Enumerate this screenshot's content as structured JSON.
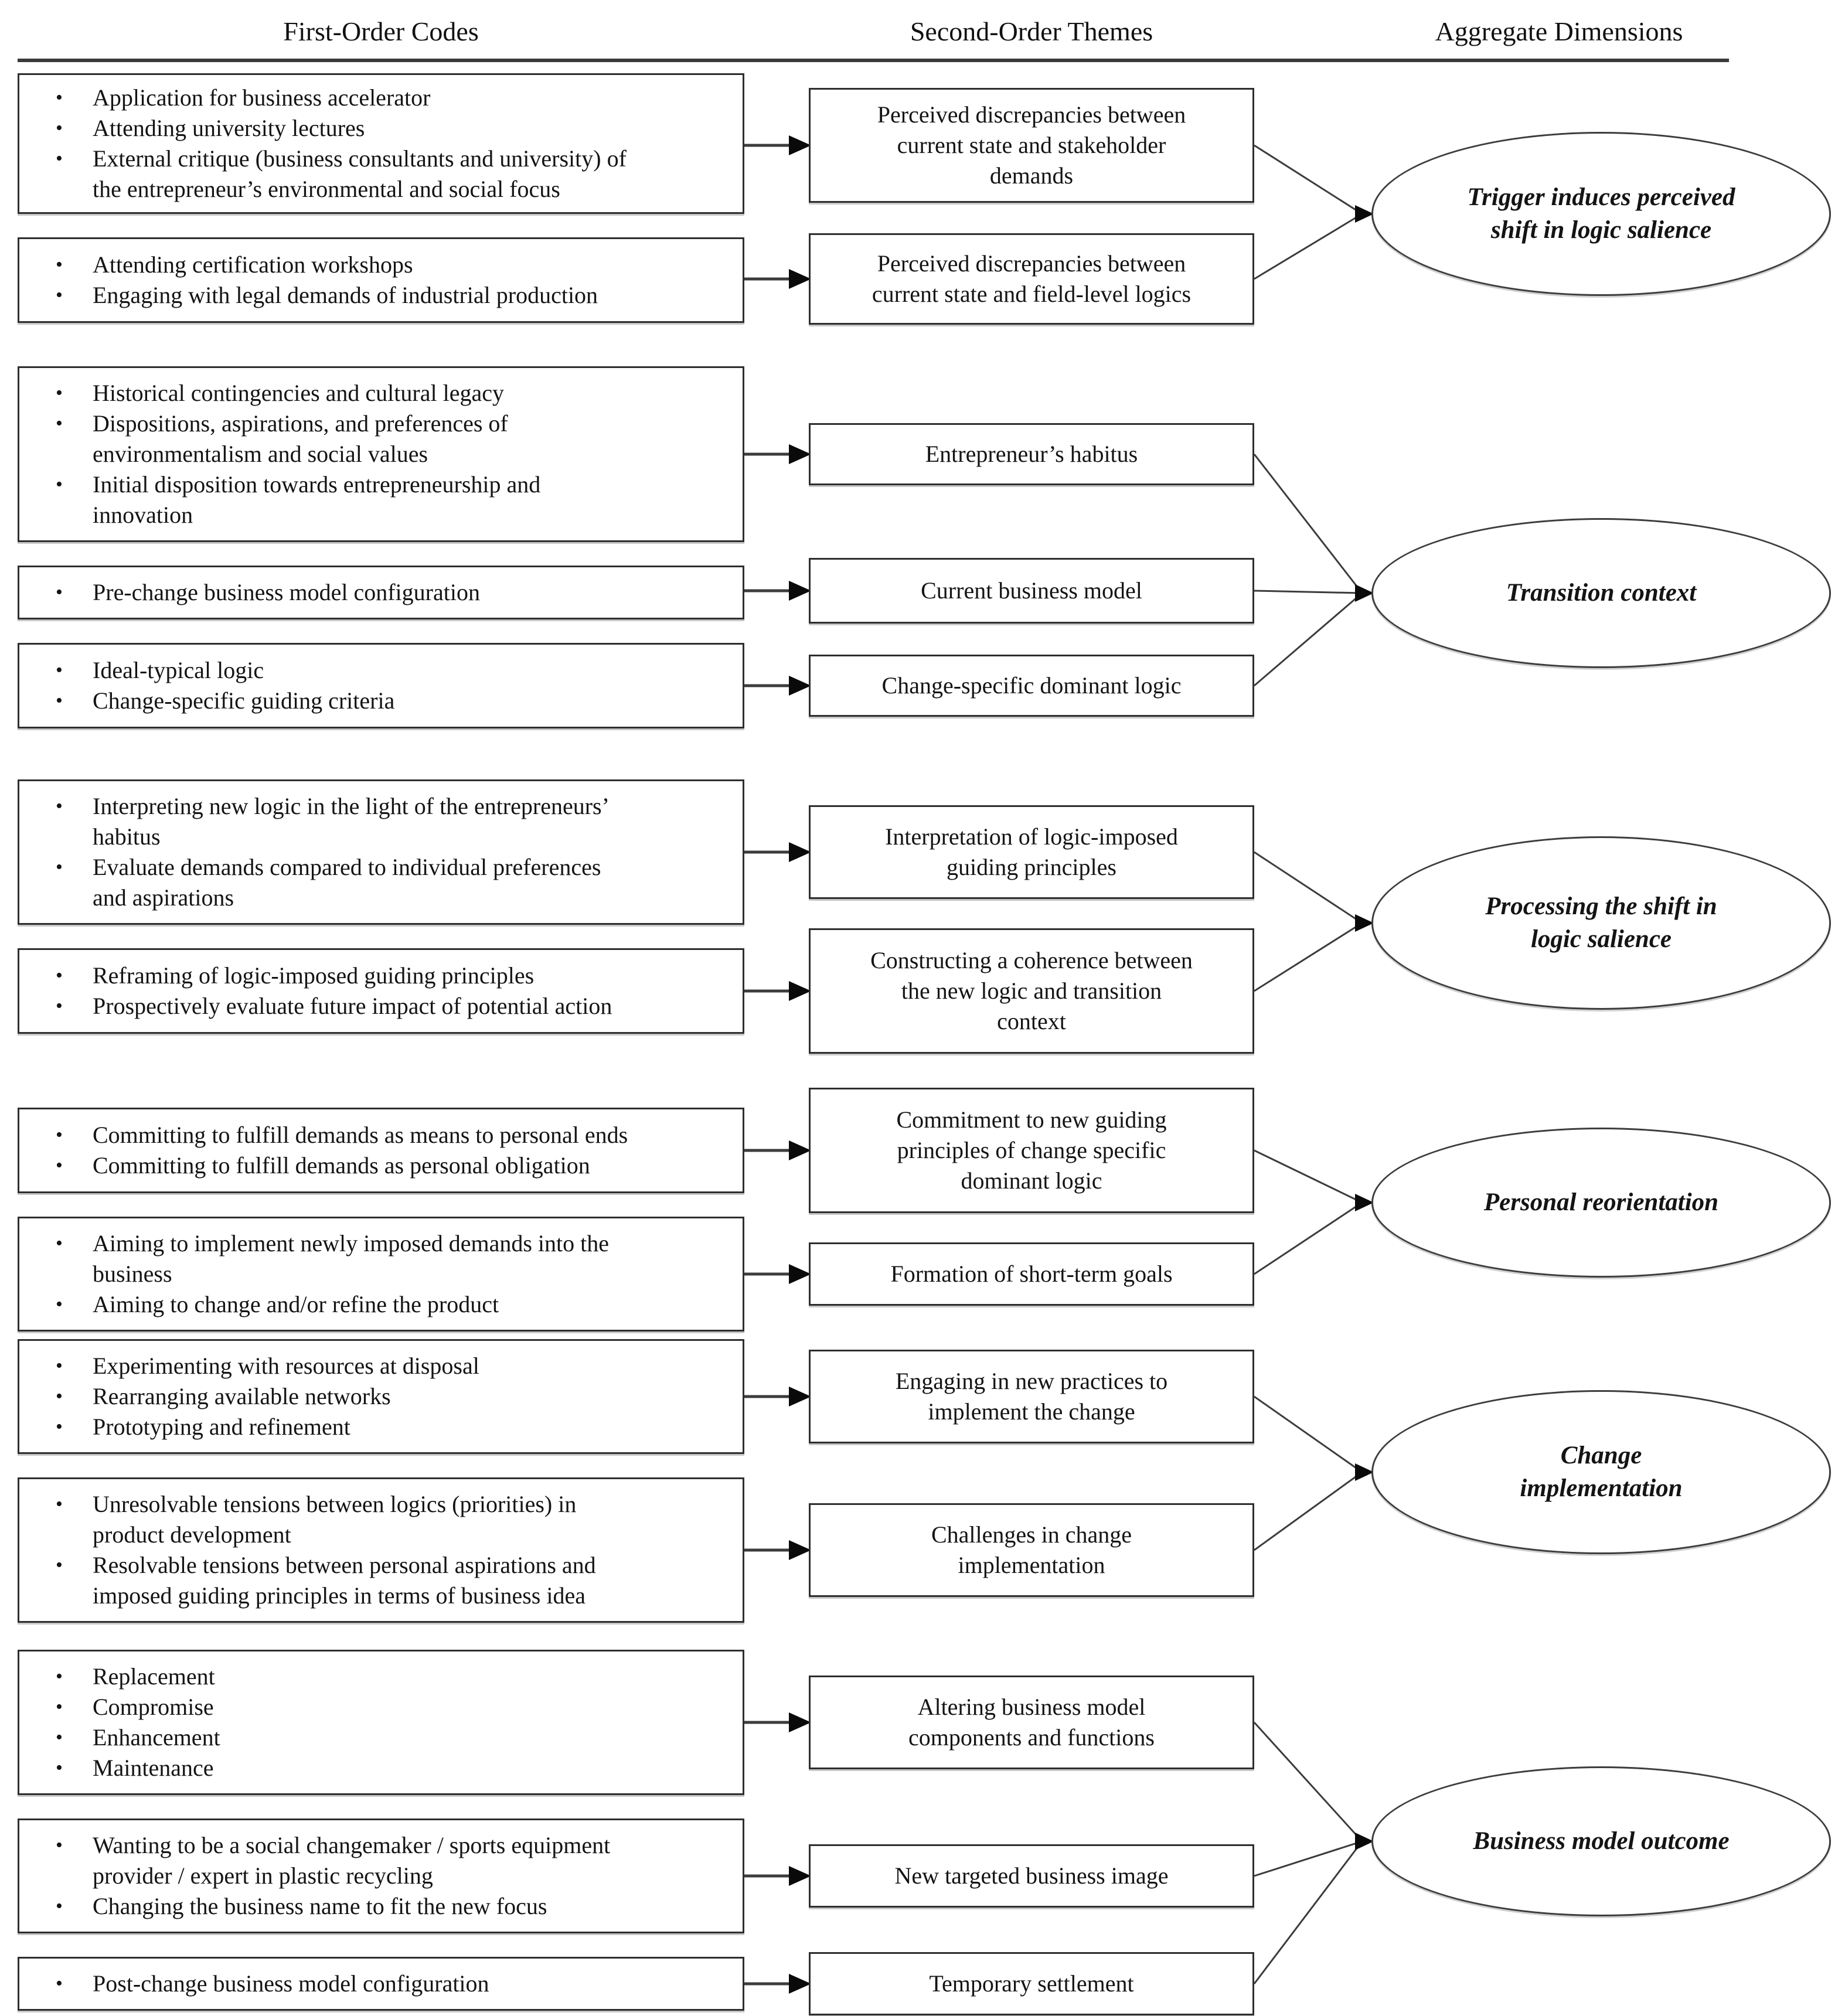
{
  "headers": {
    "col1": "First-Order Codes",
    "col2": "Second-Order Themes",
    "col3": "Aggregate Dimensions"
  },
  "colors": {
    "line": "#3c3c3c",
    "arrow": "#0a0a0a",
    "border": "#2e2e2e",
    "text": "#141414"
  },
  "sections": [
    {
      "dimension_lines": [
        "Trigger induces perceived",
        "shift in logic salience"
      ],
      "rows": [
        {
          "code_lines": [
            {
              "bullet": true,
              "text": "Application for business accelerator"
            },
            {
              "bullet": true,
              "text": "Attending university lectures"
            },
            {
              "bullet": true,
              "text": "External critique (business consultants and university) of"
            },
            {
              "bullet": false,
              "text": "the entrepreneur’s environmental and social focus"
            }
          ],
          "theme_lines": [
            "Perceived discrepancies between",
            "current state and stakeholder",
            "demands"
          ]
        },
        {
          "code_lines": [
            {
              "bullet": true,
              "text": "Attending certification workshops"
            },
            {
              "bullet": true,
              "text": "Engaging with legal demands of industrial production"
            }
          ],
          "theme_lines": [
            "Perceived discrepancies between",
            "current state and field-level logics"
          ]
        }
      ]
    },
    {
      "dimension_lines": [
        "Transition context"
      ],
      "rows": [
        {
          "code_lines": [
            {
              "bullet": true,
              "text": "Historical contingencies and cultural legacy"
            },
            {
              "bullet": true,
              "text": "Dispositions, aspirations, and preferences of"
            },
            {
              "bullet": false,
              "text": "environmentalism and social values"
            },
            {
              "bullet": true,
              "text": "Initial disposition towards entrepreneurship and"
            },
            {
              "bullet": false,
              "text": "innovation"
            }
          ],
          "theme_lines": [
            "Entrepreneur’s habitus"
          ]
        },
        {
          "code_lines": [
            {
              "bullet": true,
              "text": "Pre-change business model configuration"
            }
          ],
          "theme_lines": [
            "Current business model"
          ]
        },
        {
          "code_lines": [
            {
              "bullet": true,
              "text": "Ideal-typical logic"
            },
            {
              "bullet": true,
              "text": "Change-specific guiding criteria"
            }
          ],
          "theme_lines": [
            "Change-specific dominant logic"
          ]
        }
      ]
    },
    {
      "dimension_lines": [
        "Processing the shift in",
        "logic salience"
      ],
      "rows": [
        {
          "code_lines": [
            {
              "bullet": true,
              "text": "Interpreting new logic in the light of the entrepreneurs’"
            },
            {
              "bullet": false,
              "text": "habitus"
            },
            {
              "bullet": true,
              "text": "Evaluate demands compared to individual preferences"
            },
            {
              "bullet": false,
              "text": "and aspirations"
            }
          ],
          "theme_lines": [
            "Interpretation of logic-imposed",
            "guiding principles"
          ]
        },
        {
          "code_lines": [
            {
              "bullet": true,
              "text": "Reframing of logic-imposed guiding principles"
            },
            {
              "bullet": true,
              "text": "Prospectively evaluate future impact of potential action"
            }
          ],
          "theme_lines": [
            "Constructing a coherence between",
            "the new logic and transition",
            "context"
          ]
        }
      ]
    },
    {
      "dimension_lines": [
        "Personal reorientation"
      ],
      "rows": [
        {
          "code_lines": [
            {
              "bullet": true,
              "text": "Committing to fulfill demands as means to personal ends"
            },
            {
              "bullet": true,
              "text": "Committing to fulfill demands as personal obligation"
            }
          ],
          "theme_lines": [
            "Commitment to new guiding",
            "principles of change specific",
            "dominant logic"
          ]
        },
        {
          "code_lines": [
            {
              "bullet": true,
              "text": "Aiming to implement newly imposed demands into the"
            },
            {
              "bullet": false,
              "text": "business"
            },
            {
              "bullet": true,
              "text": "Aiming to change and/or refine the product"
            }
          ],
          "theme_lines": [
            "Formation of short-term goals"
          ]
        }
      ]
    },
    {
      "dimension_lines": [
        "Change",
        "implementation"
      ],
      "rows": [
        {
          "code_lines": [
            {
              "bullet": true,
              "text": "Experimenting with resources at disposal"
            },
            {
              "bullet": true,
              "text": "Rearranging available networks"
            },
            {
              "bullet": true,
              "text": "Prototyping and refinement"
            }
          ],
          "theme_lines": [
            "Engaging in new practices to",
            "implement the change"
          ]
        },
        {
          "code_lines": [
            {
              "bullet": true,
              "text": "Unresolvable tensions between logics (priorities) in"
            },
            {
              "bullet": false,
              "text": "product development"
            },
            {
              "bullet": true,
              "text": "Resolvable tensions between personal aspirations and"
            },
            {
              "bullet": false,
              "text": "imposed guiding principles in terms of business idea"
            }
          ],
          "theme_lines": [
            "Challenges in change",
            "implementation"
          ]
        }
      ]
    },
    {
      "dimension_lines": [
        "Business model outcome"
      ],
      "rows": [
        {
          "code_lines": [
            {
              "bullet": true,
              "text": "Replacement"
            },
            {
              "bullet": true,
              "text": "Compromise"
            },
            {
              "bullet": true,
              "text": "Enhancement"
            },
            {
              "bullet": true,
              "text": "Maintenance"
            }
          ],
          "theme_lines": [
            "Altering business model",
            "components and functions"
          ]
        },
        {
          "code_lines": [
            {
              "bullet": true,
              "text": "Wanting to be a social changemaker / sports equipment"
            },
            {
              "bullet": false,
              "text": "provider / expert in plastic recycling"
            },
            {
              "bullet": true,
              "text": "Changing the business name to fit the new focus"
            }
          ],
          "theme_lines": [
            "New targeted business image"
          ]
        },
        {
          "code_lines": [
            {
              "bullet": true,
              "text": "Post-change business model configuration"
            }
          ],
          "theme_lines": [
            "Temporary settlement"
          ]
        }
      ]
    }
  ]
}
